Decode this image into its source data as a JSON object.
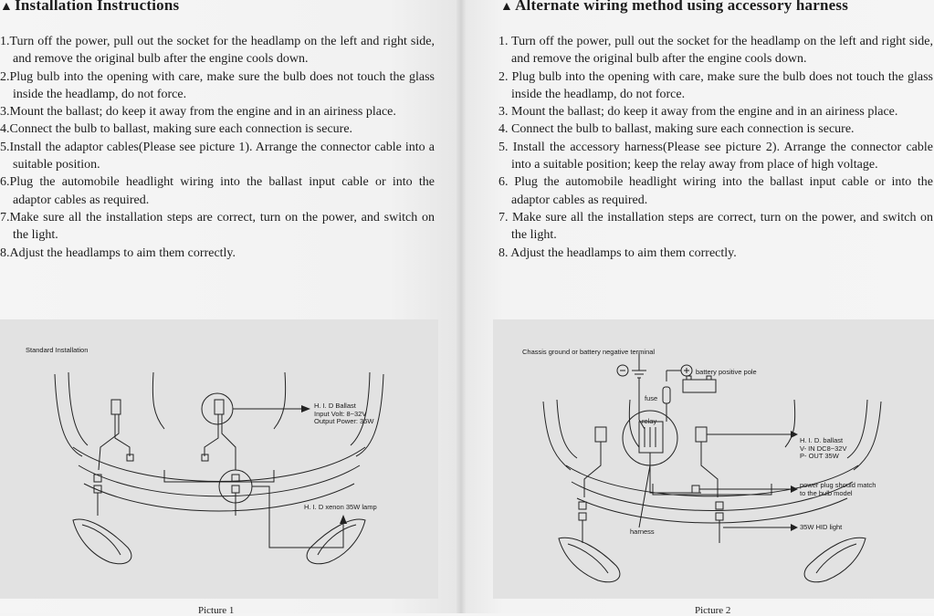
{
  "left_page": {
    "heading": "Installation Instructions",
    "steps": [
      {
        "num": "1.",
        "text": "Turn off the power, pull out the socket for the headlamp on the left and right side, and remove the original bulb after the engine cools down."
      },
      {
        "num": "2.",
        "text": "Plug bulb into the opening with care, make sure the bulb does not touch the glass inside the headlamp, do not force."
      },
      {
        "num": "3.",
        "text": "Mount the ballast; do keep it away from the engine and in an airiness place."
      },
      {
        "num": "4.",
        "text": "Connect the bulb to ballast, making sure each connection  is  secure."
      },
      {
        "num": "5.",
        "text": "Install the adaptor cables(Please see picture 1). Arrange the connector cable into a suitable position."
      },
      {
        "num": "6.",
        "text": "Plug the automobile headlight wiring into the ballast input cable or into the adaptor cables as required."
      },
      {
        "num": "7.",
        "text": "Make sure all the installation steps are correct, turn on the power, and switch on the light."
      },
      {
        "num": "8.",
        "text": "Adjust the headlamps to aim them correctly."
      }
    ],
    "figure": {
      "title": "Standard  Installation",
      "ballast_label": [
        "H. I. D Ballast",
        "Input Volt: 8~32V",
        "Output Power: 35W"
      ],
      "lamp_label": "H. I. D xenon 35W lamp",
      "caption": "Picture  1"
    }
  },
  "right_page": {
    "heading": "Alternate wiring method using accessory harness",
    "steps": [
      {
        "num": "1.",
        "text": "Turn off the power, pull out the socket for the headlamp on the left and right side, and remove the original bulb after the engine cools down."
      },
      {
        "num": "2.",
        "text": "Plug bulb into the opening with care, make sure the bulb does not touch the glass inside the headlamp, do not force."
      },
      {
        "num": "3.",
        "text": "Mount the ballast; do keep it away from the engine and in an airiness place."
      },
      {
        "num": "4.",
        "text": "Connect the bulb to ballast, making sure each connection  is  secure."
      },
      {
        "num": "5.",
        "text": "Install the accessory harness(Please see picture 2). Arrange the connector cable into a suitable position; keep the relay away from place of high voltage."
      },
      {
        "num": "6.",
        "text": "Plug the automobile headlight wiring into the ballast input cable or into the adaptor cables as required."
      },
      {
        "num": "7.",
        "text": "Make sure all the installation steps are correct, turn on the power, and switch on the light."
      },
      {
        "num": "8.",
        "text": "Adjust the headlamps to aim them correctly."
      }
    ],
    "figure": {
      "title": "Chassis ground  or  battery   negative   terminal",
      "battery_label": "battery positive pole",
      "fuse_label": "fuse",
      "relay_label": "relay",
      "ballast_label": [
        "H. I. D. ballast",
        "V- IN  DC8~32V",
        "P- OUT  35W"
      ],
      "plug_label": [
        "power plug should match",
        "to the bulb model"
      ],
      "light_label": "35W  HID   light",
      "harness_label": "harness",
      "caption": "Picture  2"
    }
  },
  "marker": "▲"
}
